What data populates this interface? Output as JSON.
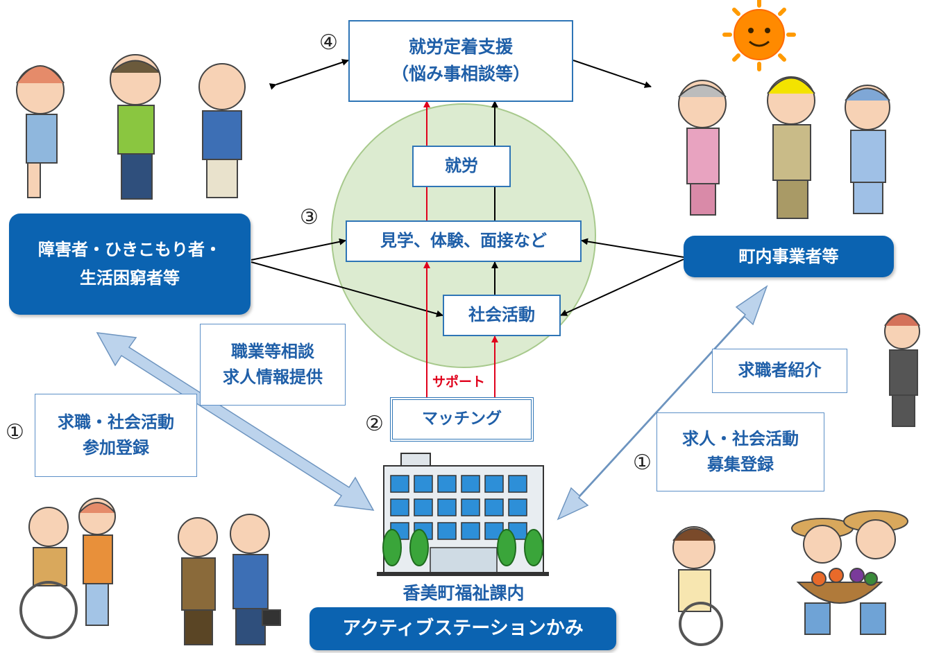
{
  "colors": {
    "blue_dark": "#0b63b1",
    "blue_text": "#1f5fa8",
    "circle_fill": "#dcebd0",
    "red_arrow": "#e0001b",
    "big_arrow": "#bcd3ec"
  },
  "groups": {
    "left": {
      "line1": "障害者・ひきこもり者・",
      "line2": "生活困窮者等"
    },
    "right": {
      "label": "町内事業者等"
    }
  },
  "flow": {
    "support_line1": "就労定着支援",
    "support_line2": "（悩み事相談等）",
    "employment": "就労",
    "trial": "見学、体験、面接など",
    "social": "社会活動",
    "matching": "マッチング",
    "support_label": "サポート"
  },
  "steps": {
    "n1_left": "①",
    "n1_right": "①",
    "n2": "②",
    "n3": "③",
    "n4": "④"
  },
  "notes": {
    "consult_line1": "職業等相談",
    "consult_line2": "求人情報提供",
    "register_left_line1": "求職・社会活動",
    "register_left_line2": "参加登録",
    "introduce": "求職者紹介",
    "register_right_line1": "求人・社会活動",
    "register_right_line2": "募集登録"
  },
  "center": {
    "location": "香美町福祉課内",
    "name": "アクティブステーションかみ"
  },
  "icons": [
    "sun-icon",
    "building-icon",
    "people-illustration-icon"
  ]
}
